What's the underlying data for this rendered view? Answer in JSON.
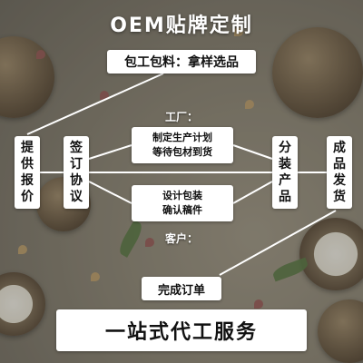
{
  "title": "OEM贴牌定制",
  "packaging_box": "包工包料：拿样选品",
  "steps": {
    "sign_agreement": [
      "签",
      "订",
      "协",
      "议"
    ],
    "provide_quote": [
      "提",
      "供",
      "报",
      "价"
    ],
    "split_product": [
      "分",
      "装",
      "产",
      "品"
    ],
    "ship_finished": [
      "成",
      "品",
      "发",
      "货"
    ]
  },
  "factory_label": "工厂：",
  "customer_label": "客户：",
  "factory_box": {
    "line1": "制定生产计划",
    "line2": "等待包材到货"
  },
  "customer_box": {
    "line1": "设计包装",
    "line2": "确认稿件"
  },
  "order_box": "完成订单",
  "banner": "一站式代工服务",
  "colors": {
    "box": "#ffffff",
    "line": "#ffffff",
    "text": "#111111"
  }
}
